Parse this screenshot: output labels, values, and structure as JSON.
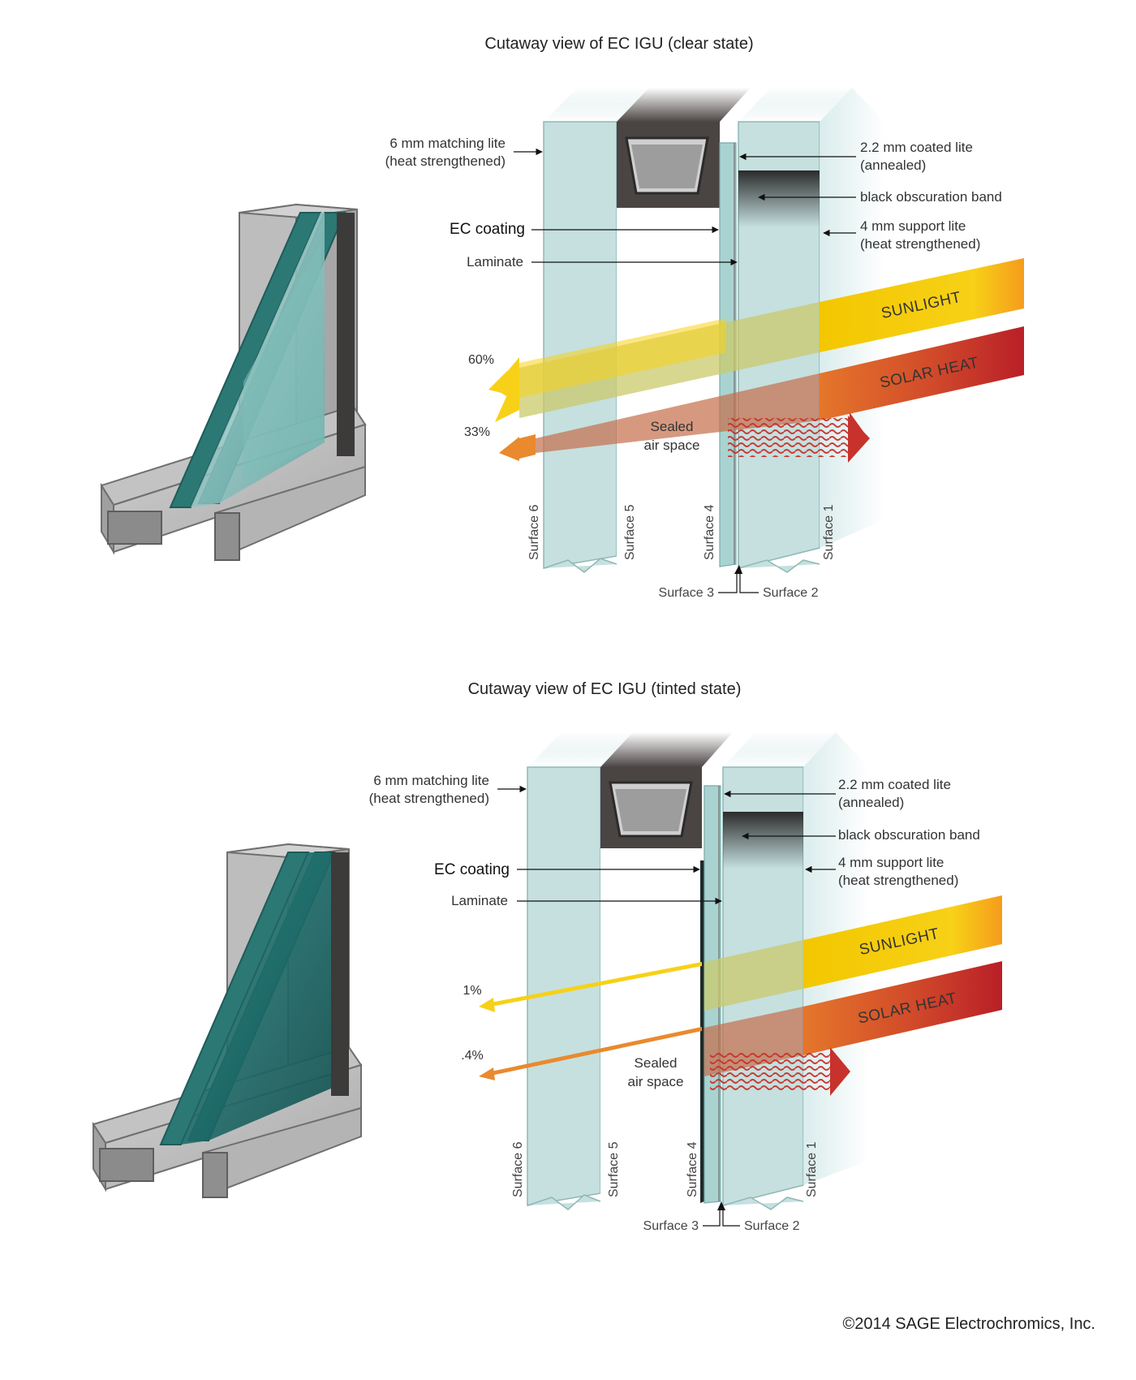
{
  "colors": {
    "glass": "#c5e0df",
    "glass_edge": "#8fb8b6",
    "spacer": "#4a4443",
    "sunlight": "#f7d117",
    "solar_heat": "#c02a28",
    "transmitted_heat": "#e98a2e",
    "frame": "#b9b9b9",
    "ec_glass_tint": "#1d6d6b"
  },
  "icons": {
    "frame_illustration": "window-frame-corner-illustration",
    "arrow": "arrow-left-icon"
  },
  "panels": [
    {
      "id": "clear",
      "title": "Cutaway view of EC IGU (clear state)",
      "labels": {
        "matching_lite_line1": "6 mm matching lite",
        "matching_lite_line2": "(heat strengthened)",
        "coated_lite_line1": "2.2 mm coated lite",
        "coated_lite_line2": "(annealed)",
        "obscuration_band": "black obscuration band",
        "support_lite_line1": "4 mm support lite",
        "support_lite_line2": "(heat strengthened)",
        "ec_coating": "EC coating",
        "laminate": "Laminate",
        "sealed_line1": "Sealed",
        "sealed_line2": "air space",
        "sunlight": "SUNLIGHT",
        "solar_heat": "SOLAR HEAT",
        "sunlight_pct": "60%",
        "heat_pct": "33%",
        "surface1": "Surface 1",
        "surface2": "Surface 2",
        "surface3": "Surface 3",
        "surface4": "Surface 4",
        "surface5": "Surface 5",
        "surface6": "Surface 6"
      },
      "sunlight_transmission_pct": 60,
      "heat_transmission_pct": 33
    },
    {
      "id": "tinted",
      "title": "Cutaway view of EC IGU (tinted state)",
      "labels": {
        "matching_lite_line1": "6 mm matching lite",
        "matching_lite_line2": "(heat strengthened)",
        "coated_lite_line1": "2.2 mm coated lite",
        "coated_lite_line2": "(annealed)",
        "obscuration_band": "black obscuration band",
        "support_lite_line1": "4 mm support lite",
        "support_lite_line2": "(heat strengthened)",
        "ec_coating": "EC coating",
        "laminate": "Laminate",
        "sealed_line1": "Sealed",
        "sealed_line2": "air space",
        "sunlight": "SUNLIGHT",
        "solar_heat": "SOLAR HEAT",
        "sunlight_pct": "1%",
        "heat_pct": ".4%",
        "surface1": "Surface 1",
        "surface2": "Surface 2",
        "surface3": "Surface 3",
        "surface4": "Surface 4",
        "surface5": "Surface 5",
        "surface6": "Surface 6"
      },
      "sunlight_transmission_pct": 1,
      "heat_transmission_pct": 0.4
    }
  ],
  "copyright": "©2014 SAGE Electrochromics, Inc."
}
